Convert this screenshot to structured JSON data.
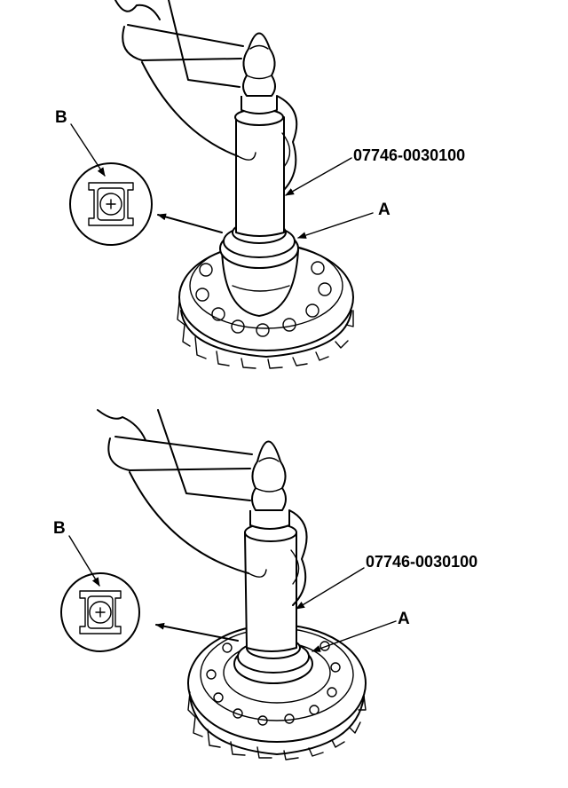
{
  "figure_top": {
    "tool_label": "07746-0030100",
    "label_a": "A",
    "label_b": "B"
  },
  "figure_bottom": {
    "tool_label": "07746-0030100",
    "label_a": "A",
    "label_b": "B"
  }
}
